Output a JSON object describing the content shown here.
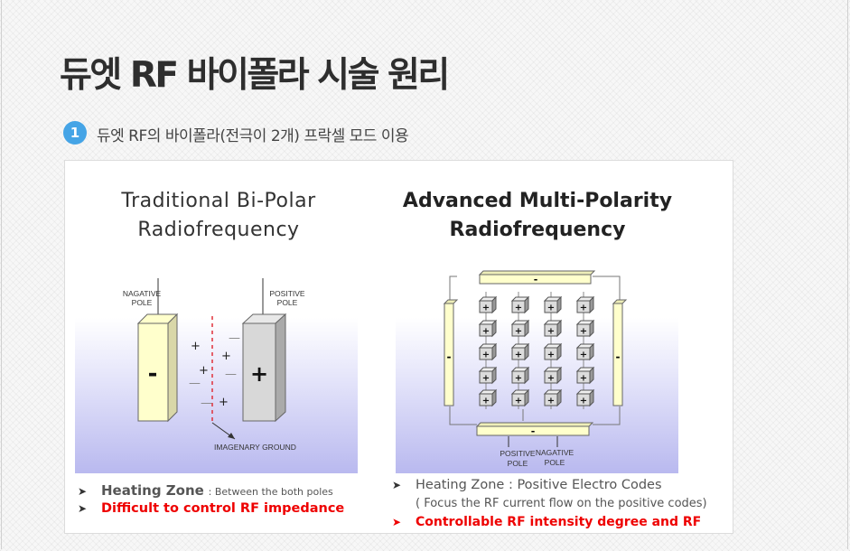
{
  "page": {
    "title": "듀엣 RF 바이폴라 시술 원리",
    "badge": "1",
    "subtitle": "듀엣 RF의 바이폴라(전극이 2개) 프락셀 모드 이용"
  },
  "left": {
    "heading_line1": "Traditional  Bi-Polar",
    "heading_line2": "Radiofrequency",
    "negative_pole": [
      "NAGATIVE",
      "POLE"
    ],
    "positive_pole": [
      "POSITIVE",
      "POLE"
    ],
    "minus": "-",
    "plus": "+",
    "ground_label": "IMAGENARY GROUND",
    "bullet1_main": "Heating Zone",
    "bullet1_sub": ": Between the both poles",
    "bullet2": "Difficult to control RF impedance"
  },
  "right": {
    "heading_line1": "Advanced  Multi-Polarity",
    "heading_line2": "Radiofrequency",
    "positive_pole": [
      "POSITIVE",
      "POLE"
    ],
    "negative_pole": [
      "NAGATIVE",
      "POLE"
    ],
    "minus": "-",
    "plus": "+",
    "bullet1": "Heating Zone : Positive Electro Codes",
    "bullet1_sub": "( Focus the RF current flow on the positive codes)",
    "bullet2": "Controllable RF intensity degree and RF"
  },
  "colors": {
    "accent": "#45a4e6",
    "warning": "#e00000",
    "pole_negative": "#ffffcc",
    "pole_positive": "#d8d8d8"
  }
}
